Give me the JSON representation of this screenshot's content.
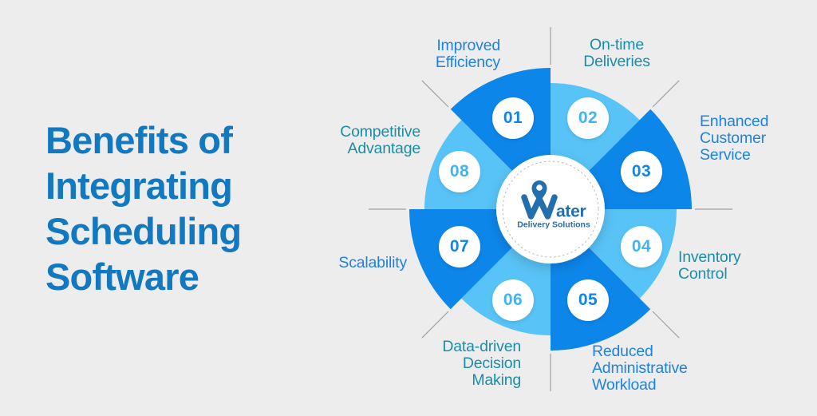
{
  "title": "Benefits of\nIntegrating\nScheduling\nSoftware",
  "logo": {
    "mark": "w-with-location-pin-icon",
    "brand_suffix": "ater",
    "tagline": "Delivery Solutions"
  },
  "colors": {
    "background": "#ededed",
    "sector_dark": "#0d86ea",
    "sector_light": "#58c3f6",
    "number_dark": "#0f85e8",
    "number_light": "#41b4ef",
    "label_blue": "#1e82e0",
    "label_teal": "#1b8da8",
    "title_blue": "#1278c0",
    "logo_blue": "#236fad",
    "divider_gray": "#a0a0a0"
  },
  "wheel": {
    "segments": [
      {
        "number": "01",
        "label": "Improved\nEfficiency",
        "shade": "dark",
        "label_color": "blue"
      },
      {
        "number": "02",
        "label": "On-time\nDeliveries",
        "shade": "light",
        "label_color": "teal"
      },
      {
        "number": "03",
        "label": "Enhanced\nCustomer\nService",
        "shade": "dark",
        "label_color": "blue"
      },
      {
        "number": "04",
        "label": "Inventory\nControl",
        "shade": "light",
        "label_color": "teal"
      },
      {
        "number": "05",
        "label": "Reduced\nAdministrative\nWorkload",
        "shade": "dark",
        "label_color": "blue"
      },
      {
        "number": "06",
        "label": "Data-driven\nDecision\nMaking",
        "shade": "light",
        "label_color": "teal"
      },
      {
        "number": "07",
        "label": "Scalability",
        "shade": "dark",
        "label_color": "blue"
      },
      {
        "number": "08",
        "label": "Competitive\nAdvantage",
        "shade": "light",
        "label_color": "teal"
      }
    ]
  }
}
